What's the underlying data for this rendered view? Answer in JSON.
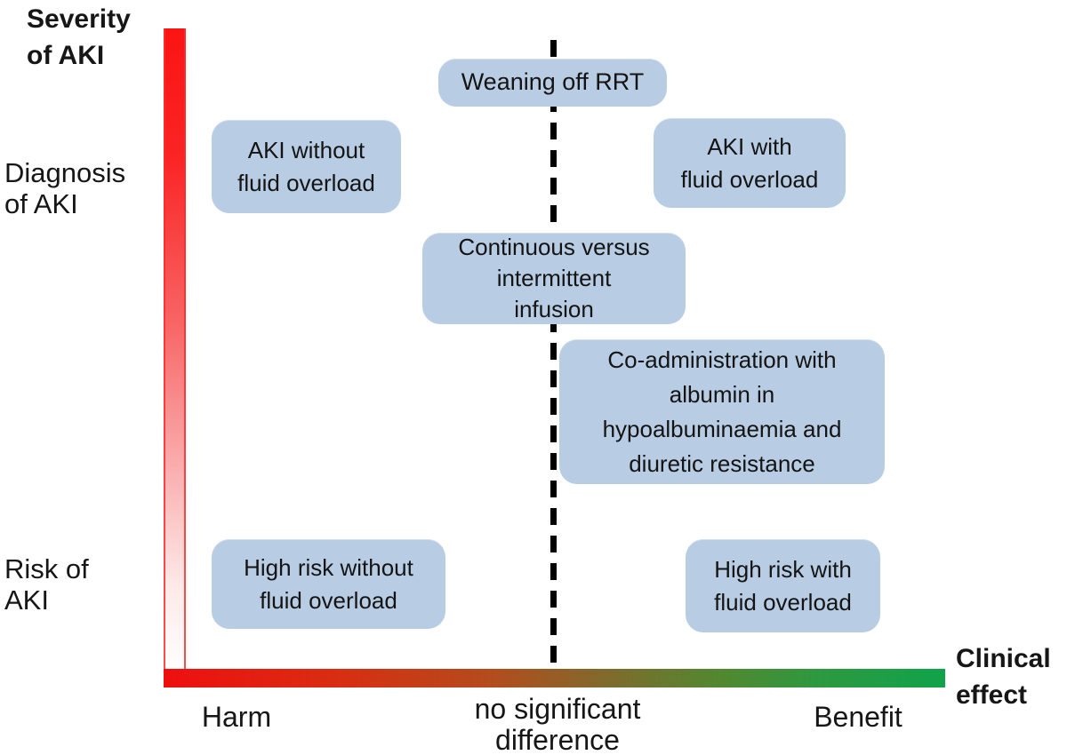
{
  "figure": {
    "description": "Conceptual diagram of clinical effect (harm vs benefit) of an intervention across risk, diagnosis and severity of AKI"
  },
  "y_axis": {
    "title_line1": "Severity",
    "title_line2": "of AKI",
    "label_diagnosis_line1": "Diagnosis",
    "label_diagnosis_line2": "of AKI",
    "label_risk_line1": "Risk of",
    "label_risk_line2": "AKI"
  },
  "x_axis": {
    "title_line1": "Clinical",
    "title_line2": "effect",
    "tick_harm": "Harm",
    "tick_center_line1": "no significant",
    "tick_center_line2": "difference",
    "tick_benefit": "Benefit"
  },
  "boxes": {
    "weaning": {
      "line1": "Weaning off RRT",
      "side": "center"
    },
    "aki_without": {
      "line1": "AKI without",
      "line2": "fluid overload",
      "side": "harm"
    },
    "aki_with": {
      "line1": "AKI with",
      "line2": "fluid overload",
      "side": "benefit"
    },
    "continuous": {
      "line1": "Continuous versus",
      "line2": "intermittent",
      "line3": "infusion",
      "side": "center"
    },
    "co_admin": {
      "line1": "Co-administration with",
      "line2": "albumin in",
      "line3": "hypoalbuminaemia and",
      "line4": "diuretic resistance",
      "side": "benefit"
    },
    "high_without": {
      "line1": "High risk without",
      "line2": "fluid overload",
      "side": "harm"
    },
    "high_with": {
      "line1": "High risk with",
      "line2": "fluid overload",
      "side": "benefit"
    }
  },
  "colors": {
    "box_fill": "#b8cce4",
    "axis_red": "#fb1414",
    "axis_green": "#10a34a",
    "axis_mid_olive": "#82692c",
    "dashed_line": "#000000",
    "text": "#161616",
    "background": "#ffffff"
  }
}
